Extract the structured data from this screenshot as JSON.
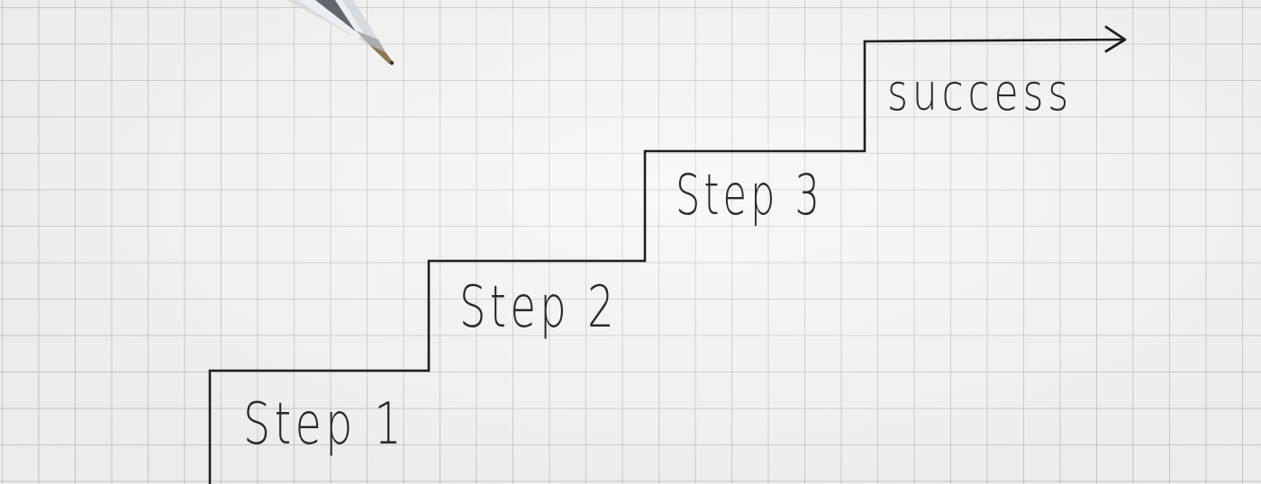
{
  "steps": [
    {
      "label": "Step 1"
    },
    {
      "label": "Step 2"
    },
    {
      "label": "Step 3"
    }
  ],
  "goal": {
    "label": "success"
  },
  "colors": {
    "paper": "#f5f5f3",
    "grid": "#b4b4ae",
    "ink": "#222222",
    "pen_barrel": "#c9ced2",
    "pen_tip": "#8a7a55"
  },
  "icons": {
    "pen": "ballpoint-pen-icon",
    "arrow": "arrow-right-icon"
  }
}
